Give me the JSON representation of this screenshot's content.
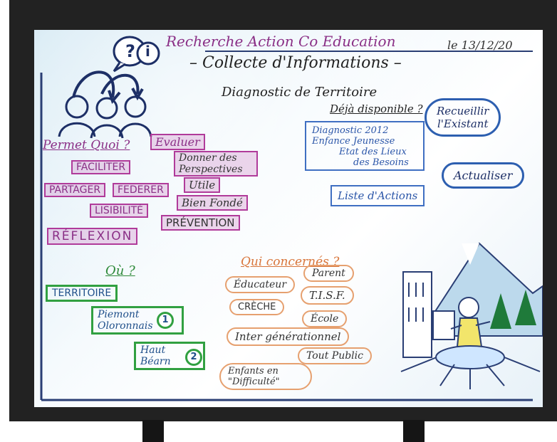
{
  "header": {
    "title": "Recherche Action   Co Education",
    "date": "le 13/12/20",
    "subtitle": "– Collecte d'Informations –",
    "theme": "Diagnostic de Territoire"
  },
  "left": {
    "permet_label": "Permet Quoi ?",
    "permet_items": [
      "FACILITER",
      "PARTAGER",
      "FEDERER",
      "LISIBILITÉ",
      "RÉFLEXION"
    ],
    "evaluer_items": [
      "Evaluer",
      "Donner des Perspectives",
      "Utile",
      "Bien Fondé",
      "PRÉVENTION"
    ]
  },
  "right": {
    "deja_label": "Déjà disponible ?",
    "diag_lines": [
      "Diagnostic 2012",
      "Enfance Jeunesse",
      "Etat des Lieux",
      "des Besoins"
    ],
    "liste": "Liste d'Actions",
    "recueillir": [
      "Recueillir",
      "l'Existant"
    ],
    "actualiser": "Actualiser"
  },
  "ou": {
    "label": "Où ?",
    "items": [
      "TERRITOIRE",
      "Piemont Oloronnais",
      "Haut Béarn"
    ],
    "badges": [
      "1",
      "2"
    ]
  },
  "qui": {
    "label": "Qui concernés ?",
    "items": [
      "Parent",
      "Éducateur",
      "T.I.S.F.",
      "CRÈCHE",
      "École",
      "Inter générationnel",
      "Tout Public",
      "Enfants en \"Difficulté\""
    ]
  },
  "icons": {
    "question_bubble": "?",
    "info_bubble": "i"
  }
}
